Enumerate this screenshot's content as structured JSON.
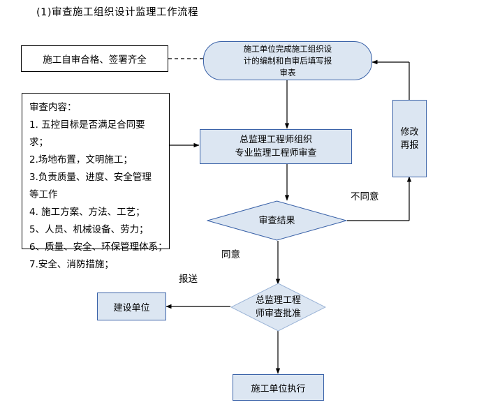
{
  "page": {
    "title": "(1)审查施工组织设计监理工作流程"
  },
  "nodes": {
    "self_check": {
      "text": "施工自审合格、签署齐全"
    },
    "start": {
      "lines": [
        "施工单位完成施工组织设",
        "计的编制和自审后填写报",
        "审表"
      ]
    },
    "review_content": {
      "heading": "审查内容：",
      "items": [
        "1. 五控目标是否满足合同要",
        "   求；",
        "2.场地布置，文明施工；",
        "3.负责质量、进度、安全管理",
        "等工作",
        "4. 施工方案、方法、工艺；",
        "5、人员、机械设备、劳力；",
        "6、质量、安全、环保管理体系；",
        "7.安全、消防措施；"
      ]
    },
    "chief_review": {
      "lines": [
        "总监理工程师组织",
        "专业监理工程师审查"
      ]
    },
    "revise": {
      "lines": [
        "修改",
        "再报"
      ]
    },
    "result": {
      "lines": [
        "审查结果"
      ]
    },
    "approve": {
      "lines": [
        "总监理工程",
        "师审查批准"
      ]
    },
    "owner": {
      "lines": [
        "建设单位"
      ]
    },
    "execute": {
      "lines": [
        "施工单位执行"
      ]
    }
  },
  "edge_labels": {
    "disagree": "不同意",
    "agree": "同意",
    "submit": "报送"
  },
  "colors": {
    "node_fill": "#dce6f2",
    "node_stroke": "#3a62a8",
    "line": "#000000",
    "text": "#000000"
  }
}
